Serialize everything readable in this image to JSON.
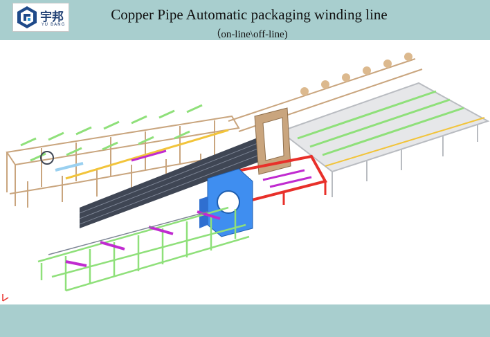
{
  "header": {
    "logo_cn": "宇邦",
    "logo_en": "YU BANG",
    "title": "Copper Pipe Automatic packaging winding line",
    "subtitle": "（on-line\\off-line)"
  },
  "colors": {
    "band": "#a8cece",
    "frame_tan": "#c9a57e",
    "conveyor_green": "#8fe07a",
    "accent_magenta": "#c02bd0",
    "winder_blue": "#3f8ef0",
    "pack_red": "#e8302a",
    "tray_grey": "#b9bcc1",
    "belt_dark": "#3f4654",
    "yellow_bar": "#f2c43a"
  },
  "icons": [
    "logo-icon",
    "axis-triad-icon"
  ]
}
